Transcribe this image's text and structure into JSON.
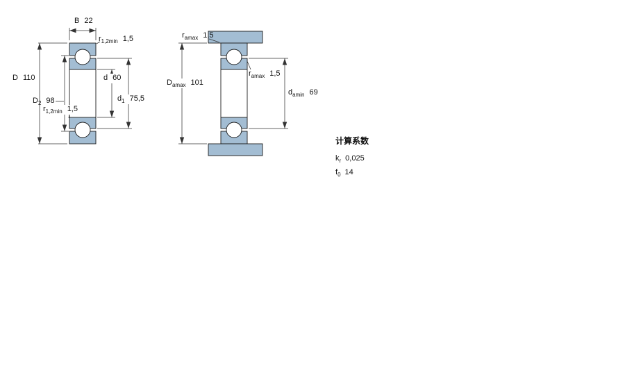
{
  "colors": {
    "bearing_fill": "#a3bdd3",
    "outline": "#1c1c1c",
    "dimension_line": "#333333",
    "background": "#ffffff"
  },
  "left_view": {
    "description": "bearing cross-section with boundary dimensions",
    "dims": {
      "B": {
        "symbol": "B",
        "sub": "",
        "value": "22"
      },
      "r_top": {
        "symbol": "r",
        "sub": "1,2min",
        "value": "1,5"
      },
      "D": {
        "symbol": "D",
        "sub": "",
        "value": "110"
      },
      "D2": {
        "symbol": "D",
        "sub": "2",
        "value": "98"
      },
      "d": {
        "symbol": "d",
        "sub": "",
        "value": "60"
      },
      "d1": {
        "symbol": "d",
        "sub": "1",
        "value": "75,5"
      },
      "r_bottom": {
        "symbol": "r",
        "sub": "1,2min",
        "value": "1,5"
      }
    }
  },
  "right_view": {
    "description": "abutment and fillet dimensions",
    "dims": {
      "ra_top": {
        "symbol": "r",
        "sub": "amax",
        "value": "1,5"
      },
      "Da": {
        "symbol": "D",
        "sub": "amax",
        "value": "101"
      },
      "ra_mid": {
        "symbol": "r",
        "sub": "amax",
        "value": "1,5"
      },
      "da": {
        "symbol": "d",
        "sub": "amin",
        "value": "69"
      }
    }
  },
  "calculation_factors": {
    "title": "计算系数",
    "kr": {
      "symbol": "k",
      "sub": "r",
      "value": "0,025"
    },
    "f0": {
      "symbol": "f",
      "sub": "0",
      "value": "14"
    }
  }
}
